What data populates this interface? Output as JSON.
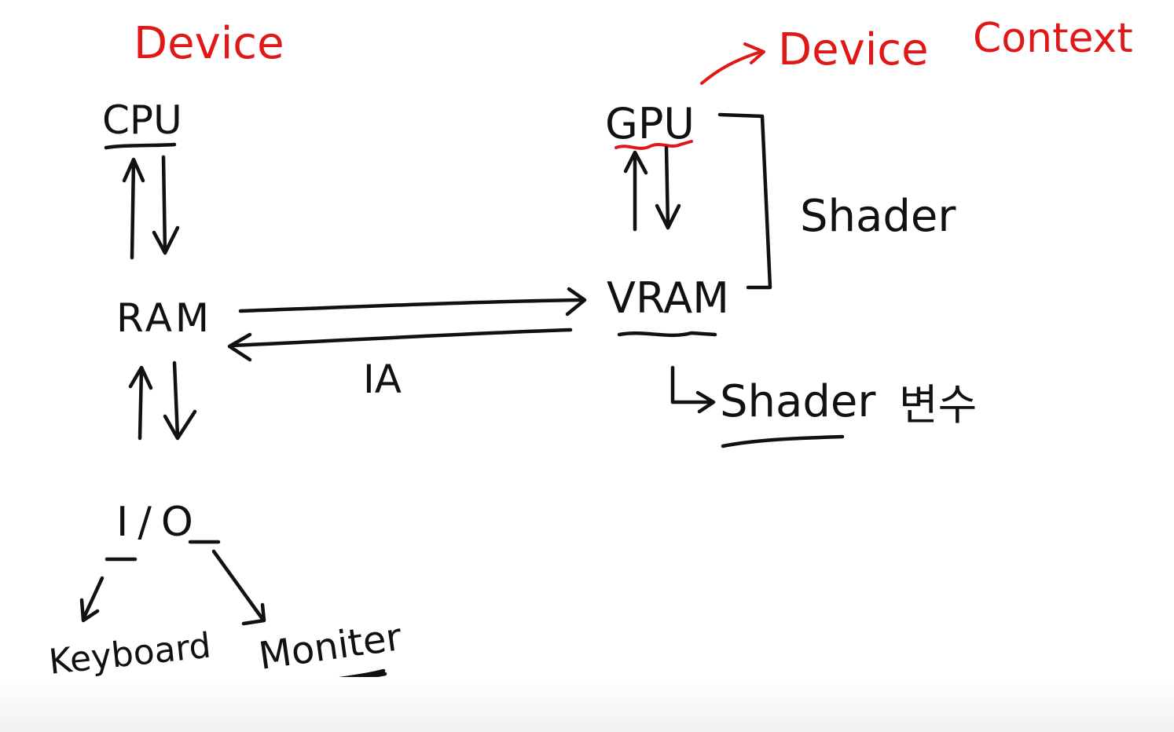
{
  "labels": {
    "device_left": "Device",
    "device_right": "Device",
    "context": "Context",
    "cpu": "CPU",
    "ram": "RAM",
    "io": "I/O",
    "keyboard": "Keyboard",
    "monitor": "Moniter",
    "gpu": "GPU",
    "vram": "VRAM",
    "shader": "Shader",
    "ia": "IA",
    "shader_var": "Shader",
    "shader_var_korean": "변수"
  },
  "colors": {
    "ink": "#111111",
    "red_ink": "#e01818",
    "background": "#ffffff"
  }
}
